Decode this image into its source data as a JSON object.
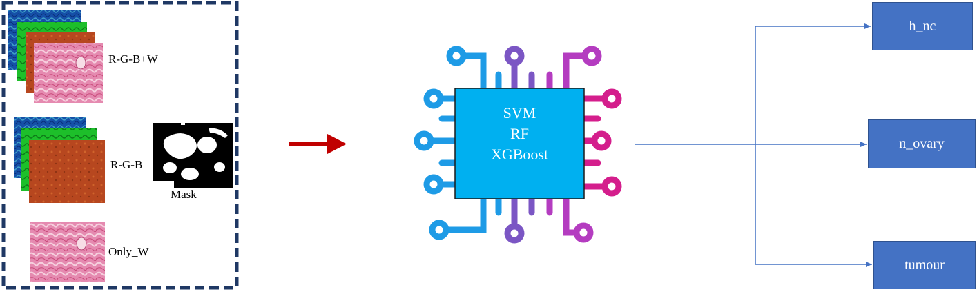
{
  "inputs": {
    "rgbw_label": "R-G-B+W",
    "rgb_label": "R-G-B",
    "mask_label": "Mask",
    "onlyw_label": "Only_W"
  },
  "models": [
    "SVM",
    "RF",
    "XGBoost"
  ],
  "outputs": [
    "h_nc",
    "n_ovary",
    "tumour"
  ],
  "colors": {
    "dashed_border": "#1f3864",
    "arrow": "#c00000",
    "chip_fill": "#00b0f0",
    "output_box": "#4472c4",
    "connector": "#4472c4",
    "pin_blue": "#1e9be6",
    "pin_purple": "#7b56c4",
    "pin_magenta": "#d41e8c"
  }
}
